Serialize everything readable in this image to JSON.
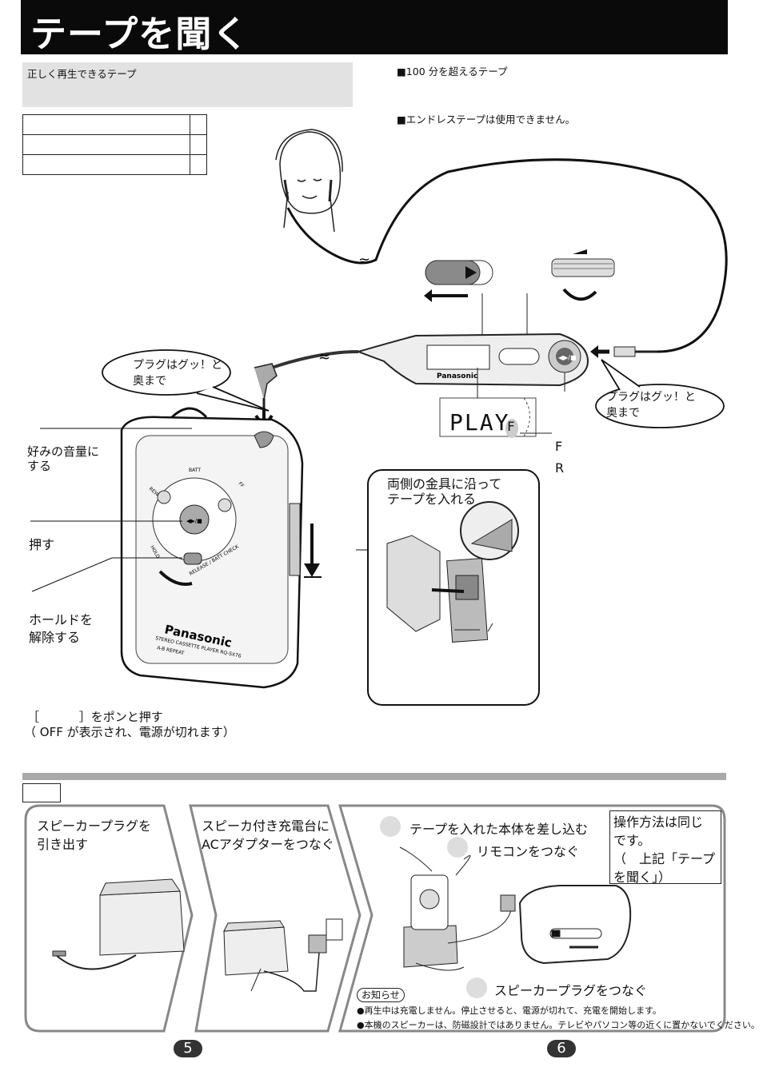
{
  "header": {
    "title": "テープを聞く"
  },
  "top_left": {
    "playable_tape_label": "正しく再生できるテープ"
  },
  "top_right": {
    "note1": "■100 分を超えるテープ",
    "note2": "■エンドレステープは使用できません。"
  },
  "callouts": {
    "plug_left": [
      "プラグはグッ！と",
      "奥まで"
    ],
    "plug_right": [
      "プラグはグッ！と",
      "奥まで"
    ],
    "display_text": "PLAY",
    "display_letter": "F",
    "indicator_f": "F",
    "indicator_r": "R",
    "insert_tape": [
      "両側の金具に沿って",
      "テープを入れる"
    ]
  },
  "left_labels": {
    "volume": [
      "好みの音量に",
      "する"
    ],
    "press": "押す",
    "hold": [
      "ホールドを",
      "解除する"
    ]
  },
  "device": {
    "brand": "Panasonic",
    "model_line": "STEREO CASSETTE PLAYER  RQ-SX76",
    "extra": "A-B REPEAT",
    "release_label": "RELEASE / BATT CHECK",
    "hold_label": "HOLD",
    "rew_label": "REW",
    "ff_label": "FF",
    "batt_label": "BATT",
    "remote_brand": "Panasonic"
  },
  "stop_instruction": {
    "line1": "［　　　 ］をポンと押す",
    "line2": "（ OFF が表示され、電源が切れます）"
  },
  "bottom": {
    "panel1": [
      "スピーカープラグを",
      "引き出す"
    ],
    "panel2": [
      "スピーカ付き充電台に",
      "ACアダプターをつなぐ"
    ],
    "panel3_step1": "テープを入れた本体を差し込む",
    "panel3_step2": "リモコンをつなぐ",
    "panel3_step3": "スピーカープラグをつなぐ",
    "note_box": [
      "操作方法は同じ",
      "です。",
      "（　上記「テープ",
      "を聞く」）"
    ],
    "info_label": "お知らせ",
    "info1": "●再生中は充電しません。停止させると、電源が切れて、充電を開始します。",
    "info2": "●本機のスピーカーは、防磁設計ではありません。テレビやパソコン等の近くに置かないでください。"
  },
  "pages": {
    "left": "5",
    "right": "6"
  }
}
